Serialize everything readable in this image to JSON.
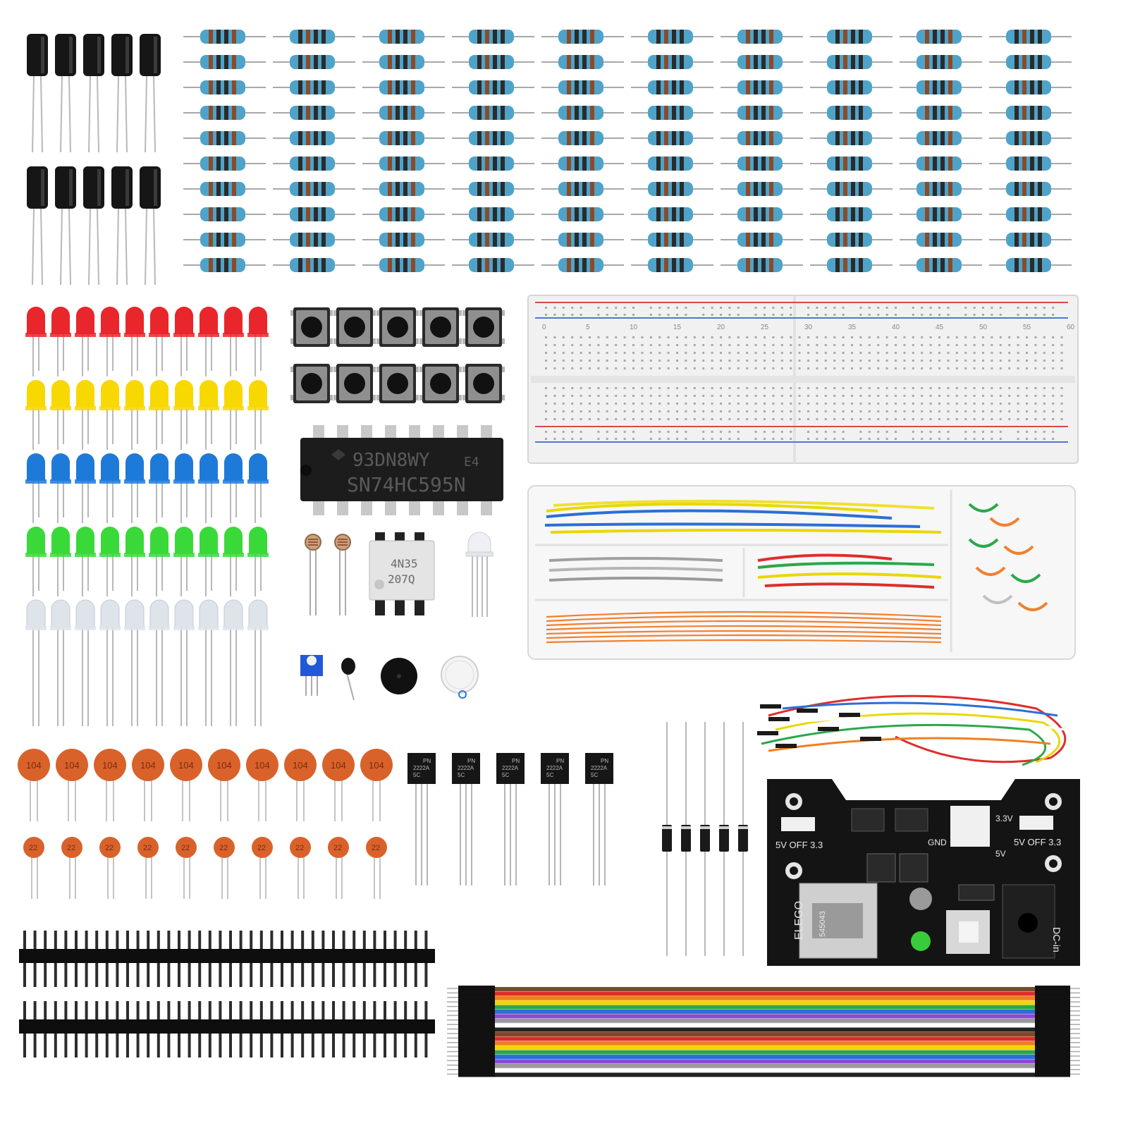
{
  "colors": {
    "resistor_body": "#4fa3c9",
    "resistor_band_dark": "#2b2b2b",
    "resistor_band_brown": "#8a4b2a",
    "capacitor_body": "#161616",
    "led_red": "#e8262b",
    "led_yellow": "#f7d800",
    "led_blue": "#1e7ad8",
    "led_green": "#3ad93a",
    "led_clear": "#dfe4ea",
    "ceramic_cap": "#d9622b",
    "pcb_black": "#151515",
    "breadboard": "#f1f1f1",
    "rail_red": "#d94a4a",
    "rail_blue": "#4a7ad9",
    "ribbon": [
      "#7b4a2a",
      "#e02c2c",
      "#f08020",
      "#f3d500",
      "#2aa84a",
      "#2d6fd6",
      "#8a4ad6",
      "#9a9a9a",
      "#ffffff",
      "#222222"
    ]
  },
  "labels": {
    "chip_logo_line": "93DN8WY",
    "chip_logo_suffix": "E4",
    "chip_part": "SN74HC595N",
    "opto_line1": "4N35",
    "opto_line2": "207Q",
    "transistor_brand": "PN",
    "transistor_part": "2222A",
    "transistor_code": "5C",
    "ceramic_top": "104",
    "ceramic_bottom": "22",
    "psu_brand": "ELEGO",
    "psu_code": "545043",
    "psu_dc": "DC-in",
    "psu_gnd": "GND",
    "psu_left_sel": "5V OFF 3.3",
    "psu_right_sel": "5V OFF 3.3",
    "psu_33": "3.3V",
    "psu_5v": "5V",
    "breadboard_numbers": [
      "0",
      "5",
      "10",
      "15",
      "20",
      "25",
      "30",
      "35",
      "40",
      "45",
      "50",
      "55",
      "60"
    ]
  },
  "icons": [
    "resistor-icon",
    "electrolytic-capacitor-icon",
    "led-icon",
    "push-button-icon",
    "ic-chip-icon",
    "photoresistor-icon",
    "optocoupler-icon",
    "rgb-led-icon",
    "potentiometer-icon",
    "thermistor-icon",
    "buzzer-icon",
    "breadboard-icon",
    "jumper-wire-box-icon",
    "dupont-wire-bundle-icon",
    "ceramic-capacitor-icon",
    "transistor-icon",
    "diode-icon",
    "power-supply-module-icon",
    "pin-header-icon",
    "ribbon-cable-icon"
  ]
}
